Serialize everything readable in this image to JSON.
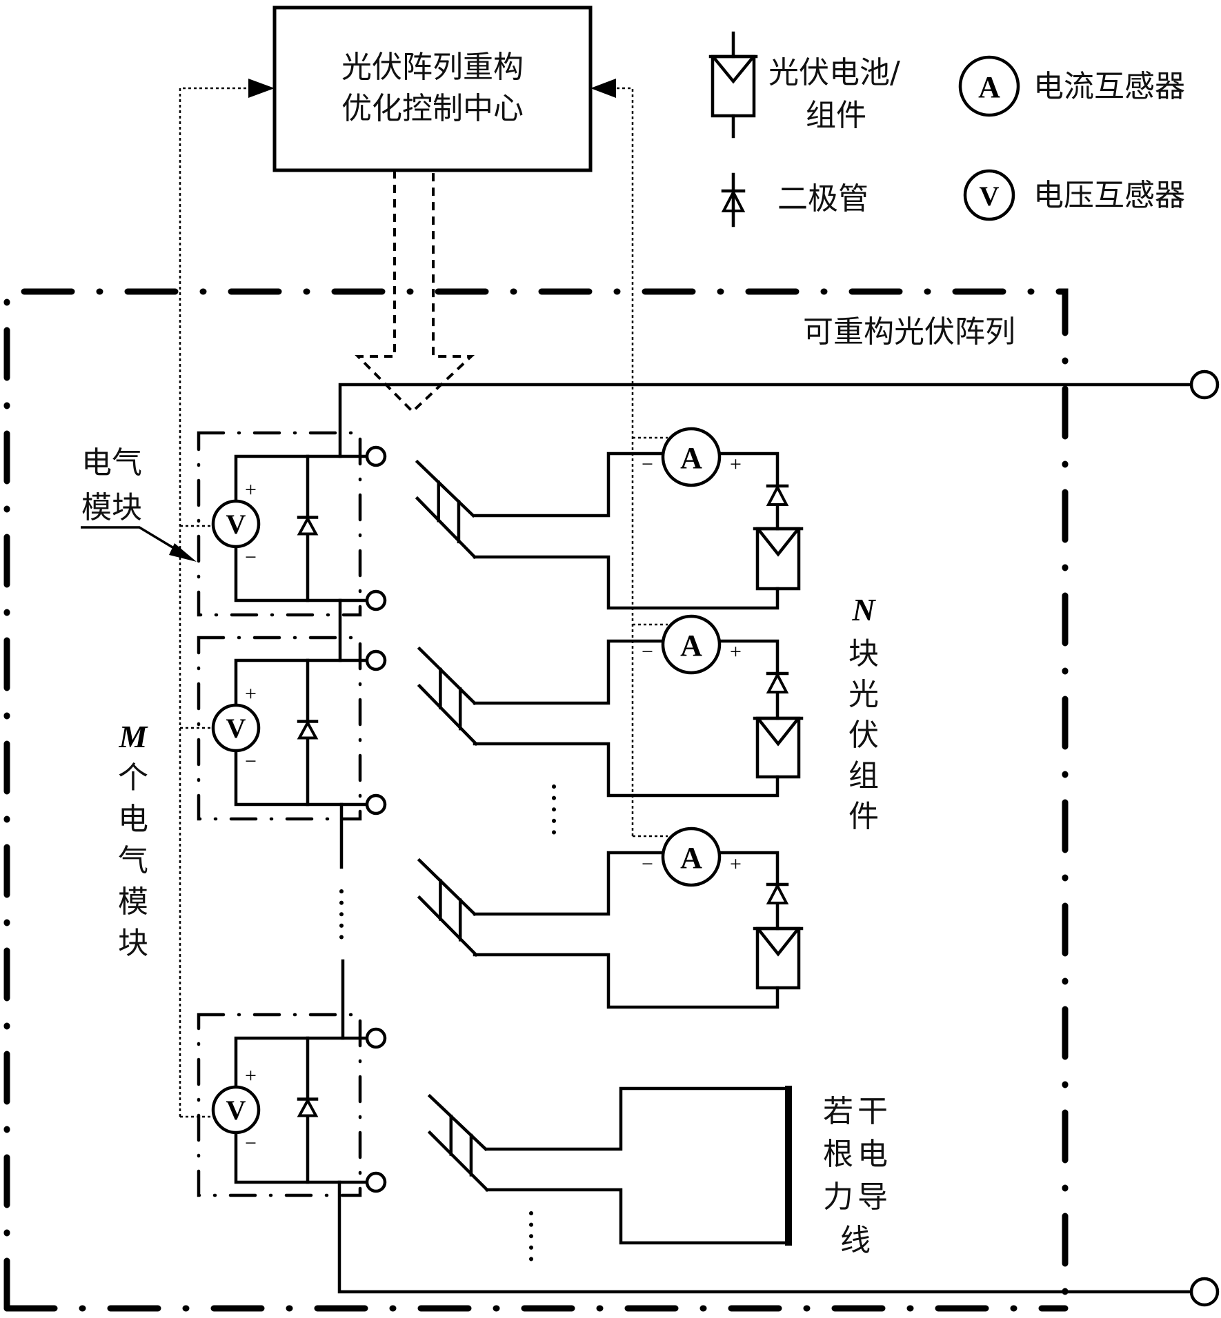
{
  "control_center": {
    "line1": "光伏阵列重构",
    "line2": "优化控制中心"
  },
  "legend": {
    "pv_cell_line1": "光伏电池/",
    "pv_cell_line2": "组件",
    "diode": "二极管",
    "ammeter_symbol": "A",
    "ammeter_label": "电流互感器",
    "voltmeter_symbol": "V",
    "voltmeter_label": "电压互感器"
  },
  "array_title": "可重构光伏阵列",
  "module_callout": {
    "line1": "电气",
    "line2": "模块"
  },
  "modules_label": {
    "var": "M",
    "chars": [
      "个",
      "电",
      "气",
      "模",
      "块"
    ]
  },
  "pv_label": {
    "var": "N",
    "chars": [
      "块",
      "光",
      "伏",
      "组",
      "件"
    ]
  },
  "conductors_label": {
    "col1": [
      "若",
      "根",
      "力"
    ],
    "col2": [
      "干",
      "电",
      "导"
    ],
    "last": "线"
  },
  "meter_signs": {
    "plus": "+",
    "minus": "−"
  },
  "counts": {
    "electrical_modules_drawn": 3,
    "pv_modules_drawn": 3,
    "switches_drawn": 4
  }
}
